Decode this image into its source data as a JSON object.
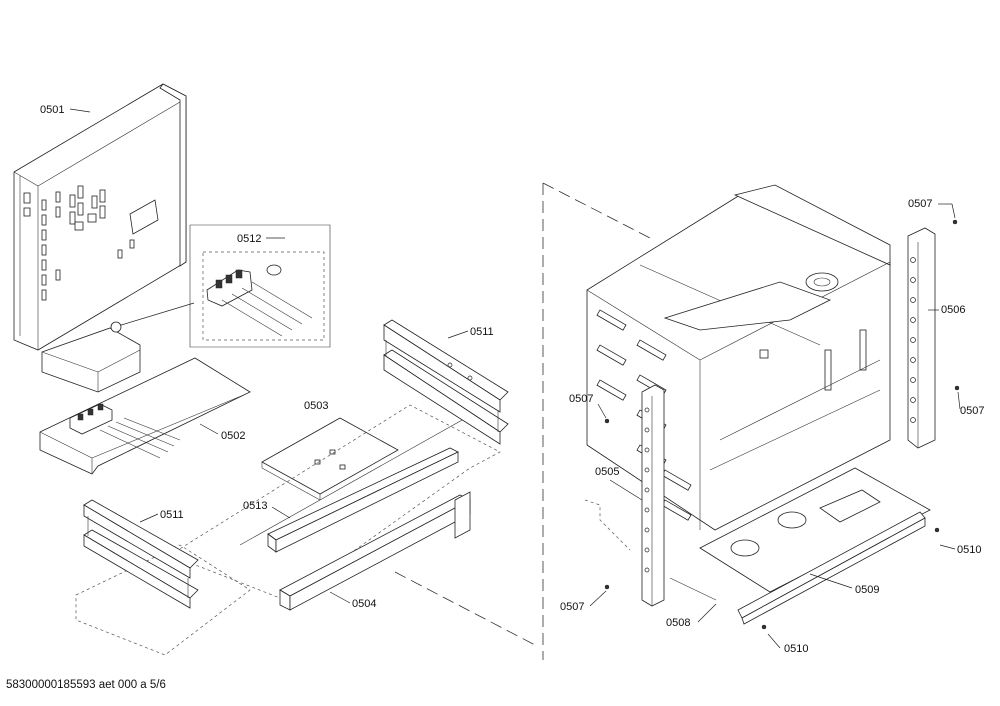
{
  "diagram": {
    "footer_text": "58300000185593 aet 000 a 5/6",
    "labels": {
      "p0501": "0501",
      "p0502": "0502",
      "p0503": "0503",
      "p0504": "0504",
      "p0505": "0505",
      "p0506": "0506",
      "p0507_top": "0507",
      "p0507_left": "0507",
      "p0507_right": "0507",
      "p0507_bottom": "0507",
      "p0508": "0508",
      "p0509": "0509",
      "p0510_right": "0510",
      "p0510_bottom": "0510",
      "p0511_top": "0511",
      "p0511_bottom": "0511",
      "p0512": "0512",
      "p0513": "0513"
    }
  }
}
